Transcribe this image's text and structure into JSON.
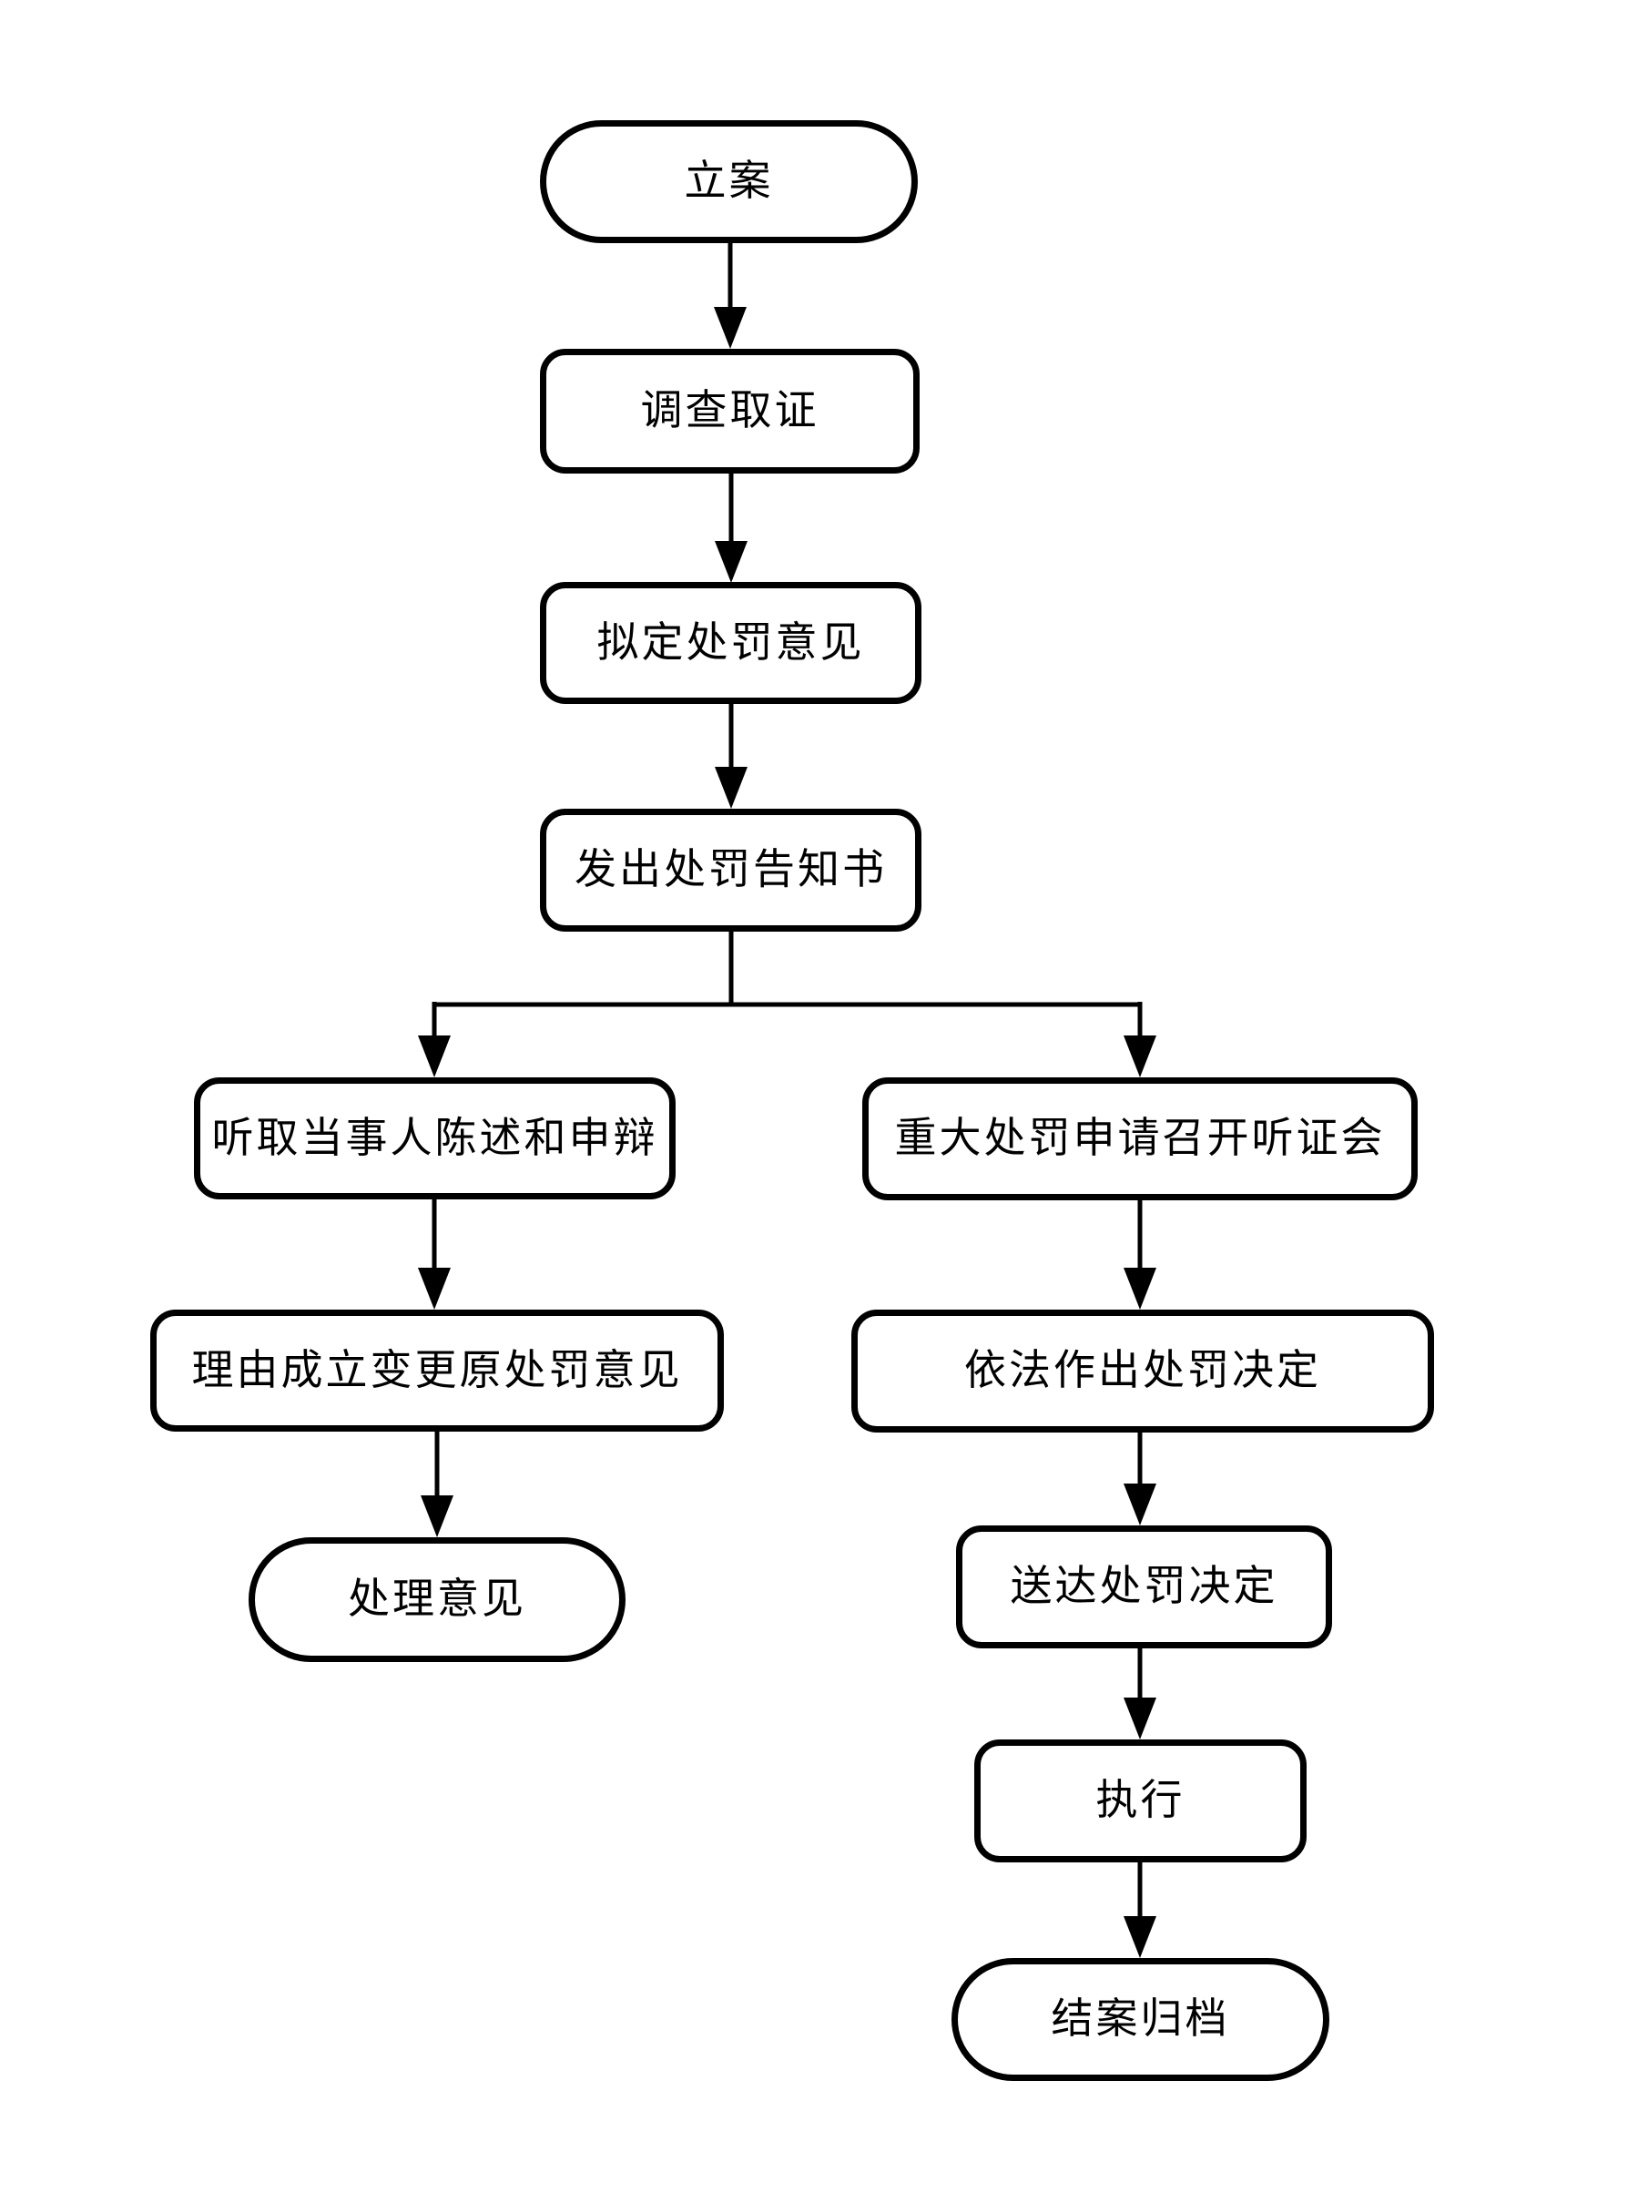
{
  "page": {
    "background_color": "#ffffff",
    "ink_color": "#000000"
  },
  "diagram": {
    "type": "flowchart",
    "direction": "top-down",
    "nodes": [
      {
        "id": "start",
        "label": "立案",
        "shape": "terminator"
      },
      {
        "id": "investigate",
        "label": "调查取证",
        "shape": "process"
      },
      {
        "id": "draft",
        "label": "拟定处罚意见",
        "shape": "process"
      },
      {
        "id": "notify",
        "label": "发出处罚告知书",
        "shape": "process"
      },
      {
        "id": "hear",
        "label": "听取当事人陈述和申辩",
        "shape": "process"
      },
      {
        "id": "hearing",
        "label": "重大处罚申请召开听证会",
        "shape": "process"
      },
      {
        "id": "revise",
        "label": "理由成立变更原处罚意见",
        "shape": "process"
      },
      {
        "id": "decide",
        "label": "依法作出处罚决定",
        "shape": "process"
      },
      {
        "id": "opinion",
        "label": "处理意见",
        "shape": "terminator"
      },
      {
        "id": "deliver",
        "label": "送达处罚决定",
        "shape": "process"
      },
      {
        "id": "execute",
        "label": "执行",
        "shape": "process"
      },
      {
        "id": "archive",
        "label": "结案归档",
        "shape": "terminator"
      }
    ],
    "edges": [
      {
        "from": "start",
        "to": "investigate"
      },
      {
        "from": "investigate",
        "to": "draft"
      },
      {
        "from": "draft",
        "to": "notify"
      },
      {
        "from": "notify",
        "to": "hear"
      },
      {
        "from": "notify",
        "to": "hearing"
      },
      {
        "from": "hear",
        "to": "revise"
      },
      {
        "from": "revise",
        "to": "opinion"
      },
      {
        "from": "hearing",
        "to": "decide"
      },
      {
        "from": "decide",
        "to": "deliver"
      },
      {
        "from": "deliver",
        "to": "execute"
      },
      {
        "from": "execute",
        "to": "archive"
      }
    ]
  }
}
